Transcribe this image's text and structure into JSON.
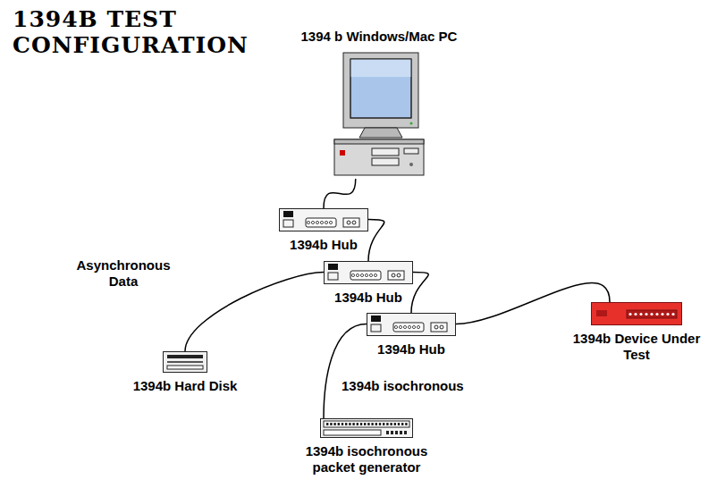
{
  "diagram": {
    "title": "1394B TEST CONFIGURATION",
    "nodes": [
      {
        "text": [
          "1394 b Windows/Mac PC"
        ]
      },
      {
        "text": [
          "1394b Hub"
        ]
      },
      {
        "text": [
          "1394b Hub"
        ]
      },
      {
        "text": [
          "1394b Hub"
        ]
      },
      {
        "text": [
          "1394b Hard Disk"
        ]
      },
      {
        "text": [
          "1394b Device Under Test"
        ]
      },
      {
        "text": [
          "1394b isochronous packet generator"
        ]
      }
    ],
    "edges": [
      {
        "from": 0,
        "to": 1,
        "arrow": "none"
      },
      {
        "from": 1,
        "to": 2,
        "arrow": "none"
      },
      {
        "from": 2,
        "to": 3,
        "arrow": "none"
      },
      {
        "from": 3,
        "to": 5,
        "arrow": "none"
      },
      {
        "from": 2,
        "to": 4,
        "label": "Asynchronous Data",
        "arrow": "none"
      },
      {
        "from": 3,
        "to": 6,
        "label": "1394b isochronous",
        "arrow": "none"
      }
    ]
  }
}
